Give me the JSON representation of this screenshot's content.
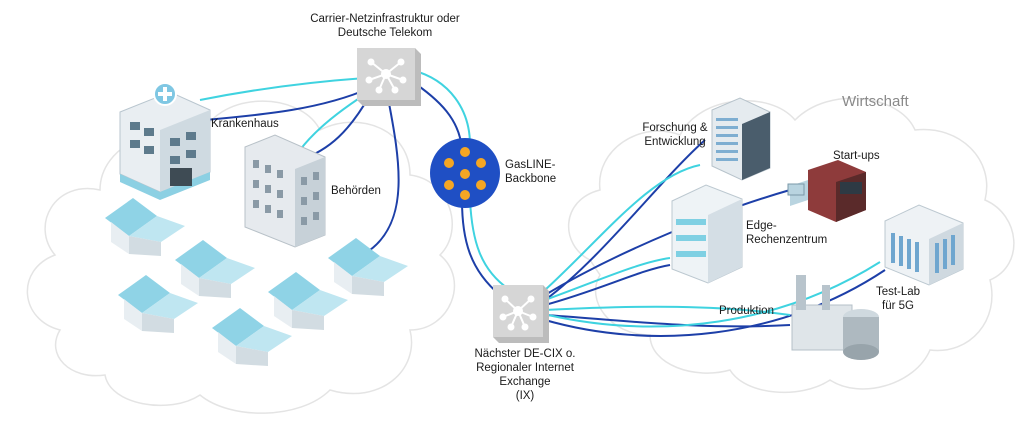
{
  "nodes": {
    "carrier": {
      "line1": "Carrier-Netzinfrastruktur oder",
      "line2": "Deutsche Telekom"
    },
    "backbone": {
      "line1": "GasLINE-",
      "line2": "Backbone"
    },
    "ix": {
      "line1": "Nächster DE-CIX o.",
      "line2": "Regionaler Internet",
      "line3": "Exchange",
      "line4": "(IX)"
    }
  },
  "left_region": {
    "hospital": "Krankenhaus",
    "authorities": "Behörden"
  },
  "right_region": {
    "title": "Wirtschaft",
    "research": {
      "line1": "Forschung &",
      "line2": "Entwicklung"
    },
    "startups": "Start-ups",
    "edge": {
      "line1": "Edge-",
      "line2": "Rechenzentrum"
    },
    "production": "Produktion",
    "testlab": {
      "line1": "Test-Lab",
      "line2": "für 5G"
    }
  },
  "colors": {
    "dark_blue_link": "#1d3fa8",
    "cyan_link": "#3fd3e0",
    "backbone_fill": "#1f4fc4",
    "backbone_dots": "#f5a623",
    "hub_fill": "#d8d8d8",
    "cloud": "#ececec",
    "roof": "#8fd3e6"
  }
}
